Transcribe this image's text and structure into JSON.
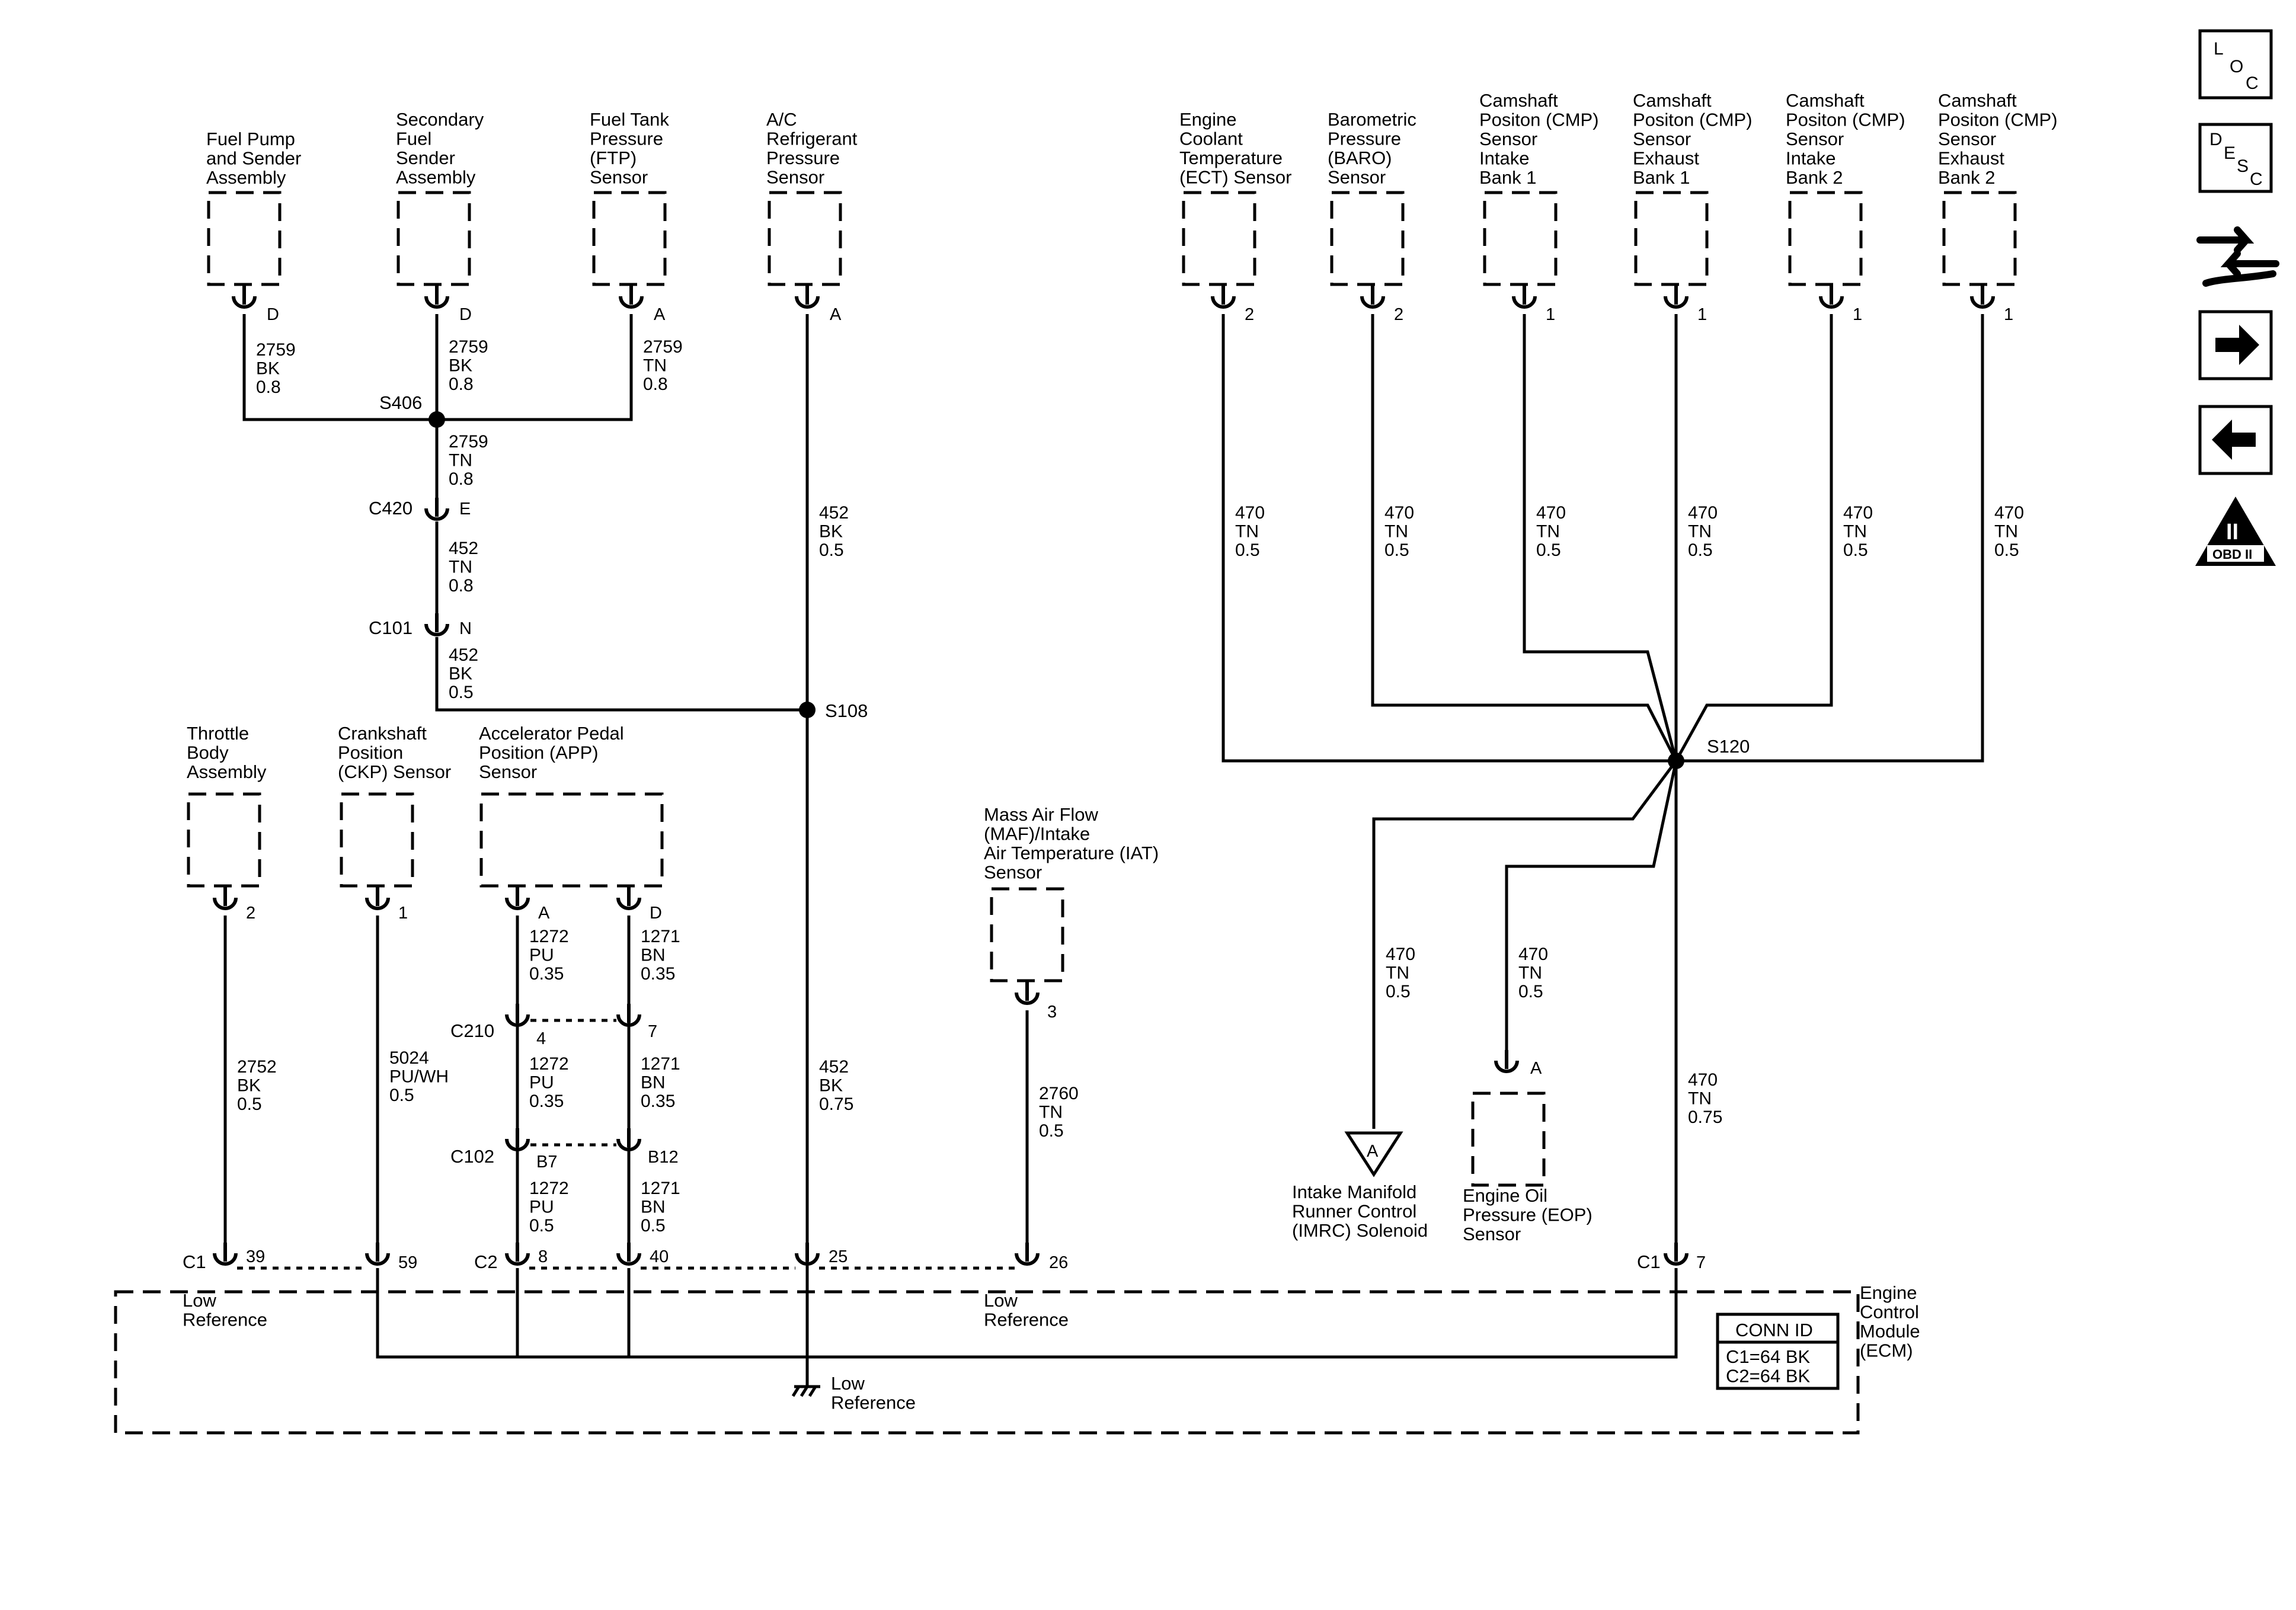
{
  "components": {
    "fuel_pump": [
      "Fuel Pump",
      "and Sender",
      "Assembly"
    ],
    "secondary_fuel": [
      "Secondary",
      "Fuel",
      "Sender",
      "Assembly"
    ],
    "ftp": [
      "Fuel Tank",
      "Pressure",
      "(FTP)",
      "Sensor"
    ],
    "ac_refrig": [
      "A/C",
      "Refrigerant",
      "Pressure",
      "Sensor"
    ],
    "ect": [
      "Engine",
      "Coolant",
      "Temperature",
      "(ECT) Sensor"
    ],
    "baro": [
      "Barometric",
      "Pressure",
      "(BARO)",
      "Sensor"
    ],
    "cmp_ib1": [
      "Camshaft",
      "Positon (CMP)",
      "Sensor",
      "Intake",
      "Bank 1"
    ],
    "cmp_eb1": [
      "Camshaft",
      "Positon (CMP)",
      "Sensor",
      "Exhaust",
      "Bank 1"
    ],
    "cmp_ib2": [
      "Camshaft",
      "Positon (CMP)",
      "Sensor",
      "Intake",
      "Bank 2"
    ],
    "cmp_eb2": [
      "Camshaft",
      "Positon (CMP)",
      "Sensor",
      "Exhaust",
      "Bank 2"
    ],
    "throttle": [
      "Throttle",
      "Body",
      "Assembly"
    ],
    "ckp": [
      "Crankshaft",
      "Position",
      "(CKP) Sensor"
    ],
    "app": [
      "Accelerator Pedal",
      "Position (APP)",
      "Sensor"
    ],
    "maf": [
      "Mass Air Flow",
      "(MAF)/Intake",
      "Air Temperature (IAT)",
      "Sensor"
    ],
    "imrc": [
      "Intake Manifold",
      "Runner Control",
      "(IMRC) Solenoid"
    ],
    "eop": [
      "Engine Oil",
      "Pressure (EOP)",
      "Sensor"
    ],
    "ecm": [
      "Engine",
      "Control",
      "Module",
      "(ECM)"
    ]
  },
  "pins": {
    "fuel_pump": "D",
    "secondary_fuel": "D",
    "ftp": "A",
    "ac_refrig": "A",
    "ect": "2",
    "baro": "2",
    "cmp_ib1": "1",
    "cmp_eb1": "1",
    "cmp_ib2": "1",
    "cmp_eb2": "1",
    "throttle": "2",
    "ckp": "1",
    "app_a": "A",
    "app_d": "D",
    "maf": "3",
    "eop": "A",
    "c420": "E",
    "c101": "N",
    "c210_a": "4",
    "c210_b": "7",
    "c102_a": "B7",
    "c102_b": "B12",
    "ecm_39": "39",
    "ecm_59": "59",
    "ecm_8": "8",
    "ecm_40": "40",
    "ecm_25": "25",
    "ecm_26": "26",
    "ecm_7": "7"
  },
  "connectors": {
    "c420": "C420",
    "c101": "C101",
    "c210": "C210",
    "c102": "C102",
    "c1_left": "C1",
    "c2": "C2",
    "c1_right": "C1"
  },
  "splices": {
    "s406": "S406",
    "s108": "S108",
    "s120": "S120"
  },
  "wires": {
    "w_fuel_pump": [
      "2759",
      "BK",
      "0.8"
    ],
    "w_secondary": [
      "2759",
      "BK",
      "0.8"
    ],
    "w_ftp": [
      "2759",
      "TN",
      "0.8"
    ],
    "w_s406_down": [
      "2759",
      "TN",
      "0.8"
    ],
    "w_c420_down": [
      "452",
      "TN",
      "0.8"
    ],
    "w_c101_down": [
      "452",
      "BK",
      "0.5"
    ],
    "w_ac": [
      "452",
      "BK",
      "0.5"
    ],
    "w_ect": [
      "470",
      "TN",
      "0.5"
    ],
    "w_baro": [
      "470",
      "TN",
      "0.5"
    ],
    "w_cmp_ib1": [
      "470",
      "TN",
      "0.5"
    ],
    "w_cmp_eb1": [
      "470",
      "TN",
      "0.5"
    ],
    "w_cmp_ib2": [
      "470",
      "TN",
      "0.5"
    ],
    "w_cmp_eb2": [
      "470",
      "TN",
      "0.5"
    ],
    "w_imrc": [
      "470",
      "TN",
      "0.5"
    ],
    "w_eop": [
      "470",
      "TN",
      "0.5"
    ],
    "w_ecm7": [
      "470",
      "TN",
      "0.75"
    ],
    "w_throttle": [
      "2752",
      "BK",
      "0.5"
    ],
    "w_ckp": [
      "5024",
      "PU/WH",
      "0.5"
    ],
    "w_app_a1": [
      "1272",
      "PU",
      "0.35"
    ],
    "w_app_d1": [
      "1271",
      "BN",
      "0.35"
    ],
    "w_app_a2": [
      "1272",
      "PU",
      "0.35"
    ],
    "w_app_d2": [
      "1271",
      "BN",
      "0.35"
    ],
    "w_app_a3": [
      "1272",
      "PU",
      "0.5"
    ],
    "w_app_d3": [
      "1271",
      "BN",
      "0.5"
    ],
    "w_s108_down": [
      "452",
      "BK",
      "0.75"
    ],
    "w_maf": [
      "2760",
      "TN",
      "0.5"
    ]
  },
  "ecm_text": {
    "low_ref": [
      "Low",
      "Reference"
    ],
    "ground": [
      "Low",
      "Reference"
    ],
    "conn_id_title": "CONN ID",
    "conn_id_lines": [
      "C1=64 BK",
      "C2=64 BK"
    ]
  },
  "offpage": {
    "a": "A"
  },
  "nav_icons": {
    "loc": [
      "L",
      "O",
      "C"
    ],
    "desc": [
      "D",
      "E",
      "S",
      "C"
    ],
    "obd": [
      "II",
      "OBD II"
    ]
  }
}
